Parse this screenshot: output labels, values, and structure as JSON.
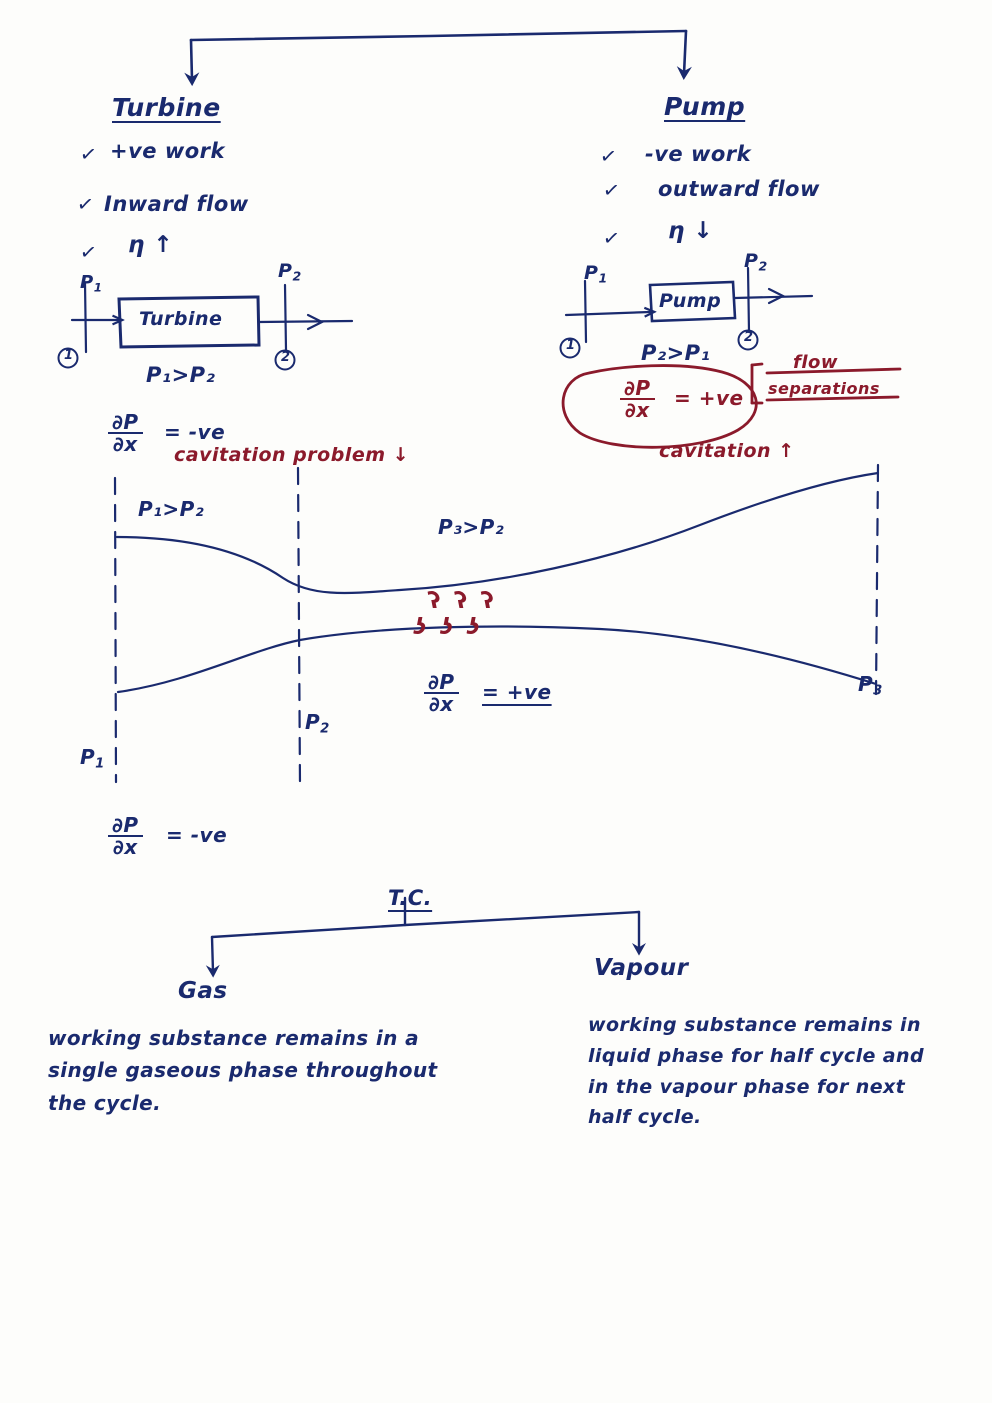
{
  "page": {
    "ink_blue": "#1a2a6e",
    "ink_red": "#8b1a2b",
    "paper": "#fdfdfb"
  },
  "top_branch": {
    "left_heading": "Turbine",
    "right_heading": "Pump"
  },
  "turbine": {
    "heading": "Turbine",
    "bullets": [
      {
        "tick": "✓",
        "text": "+ve work"
      },
      {
        "tick": "✓",
        "text": "Inward flow"
      },
      {
        "tick": "✓",
        "text": "η ↑"
      }
    ],
    "diagram": {
      "box_label": "Turbine",
      "inlet_pressure": "P",
      "inlet_pressure_sub": "1",
      "outlet_pressure": "P",
      "outlet_pressure_sub": "2",
      "station_in": "1",
      "station_out": "2"
    },
    "relation": "P₁>P₂",
    "gradient_num": "∂P",
    "gradient_den": "∂x",
    "gradient_eq": "= -ve",
    "note_red": "cavitation problem ↓"
  },
  "pump": {
    "heading": "Pump",
    "bullets": [
      {
        "tick": "✓",
        "text": "-ve work"
      },
      {
        "tick": "✓",
        "text": "outward flow"
      },
      {
        "tick": "✓",
        "text": "η ↓"
      }
    ],
    "diagram": {
      "box_label": "Pump",
      "inlet_pressure": "P",
      "inlet_pressure_sub": "1",
      "outlet_pressure": "P",
      "outlet_pressure_sub": "2",
      "station_in": "1",
      "station_out": "2"
    },
    "relation": "P₂>P₁",
    "gradient_num": "∂P",
    "gradient_den": "∂x",
    "gradient_eq": "= +ve",
    "bracket_line1": "flow",
    "bracket_line2": "separations",
    "note_red": "cavitation ↑"
  },
  "duct": {
    "label_left": "P₁>P₂",
    "label_right": "P₃>P₂",
    "station_1": "P",
    "station_1_sub": "1",
    "station_2": "P",
    "station_2_sub": "2",
    "station_3": "P",
    "station_3_sub": "3",
    "gradient_num": "∂P",
    "gradient_den": "∂x",
    "gradient_eq": "= +ve",
    "swirl_marks_top": [
      "ʕ",
      "ʕ",
      "ʕ"
    ],
    "swirl_marks_bottom": [
      "ʖ",
      "ʖ",
      "ʖ"
    ]
  },
  "below_duct": {
    "gradient_num": "∂P",
    "gradient_den": "∂x",
    "gradient_eq": "= -ve"
  },
  "tc_branch": {
    "heading": "T.C.",
    "left_label": "Gas",
    "right_label": "Vapour",
    "left_paragraph": [
      "working substance remains in a",
      "single gaseous phase throughout",
      "the cycle."
    ],
    "right_paragraph": [
      "working substance remains in",
      "liquid phase for half cycle and",
      "in the vapour phase for next",
      "half cycle."
    ]
  }
}
